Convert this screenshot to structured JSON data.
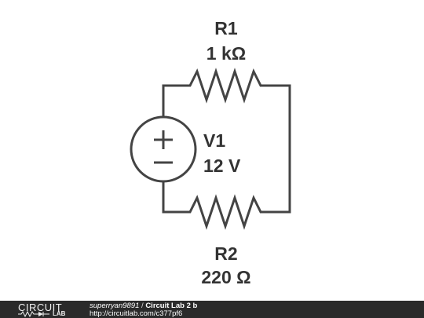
{
  "schematic": {
    "components": [
      {
        "id": "R1",
        "type": "resistor",
        "name": "R1",
        "value": "1 kΩ"
      },
      {
        "id": "R2",
        "type": "resistor",
        "name": "R2",
        "value": "220 Ω"
      },
      {
        "id": "V1",
        "type": "voltage-source",
        "name": "V1",
        "value": "12 V"
      }
    ],
    "colors": {
      "wire": "#444444",
      "label": "#333333"
    }
  },
  "footer": {
    "logo_top": "CIRCUIT",
    "logo_bottom": "LAB",
    "author": "superryan9891",
    "separator": "/",
    "title": "Circuit Lab 2 b",
    "url": "http://circuitlab.com/c377pf6",
    "background": "#2a2a2a"
  }
}
